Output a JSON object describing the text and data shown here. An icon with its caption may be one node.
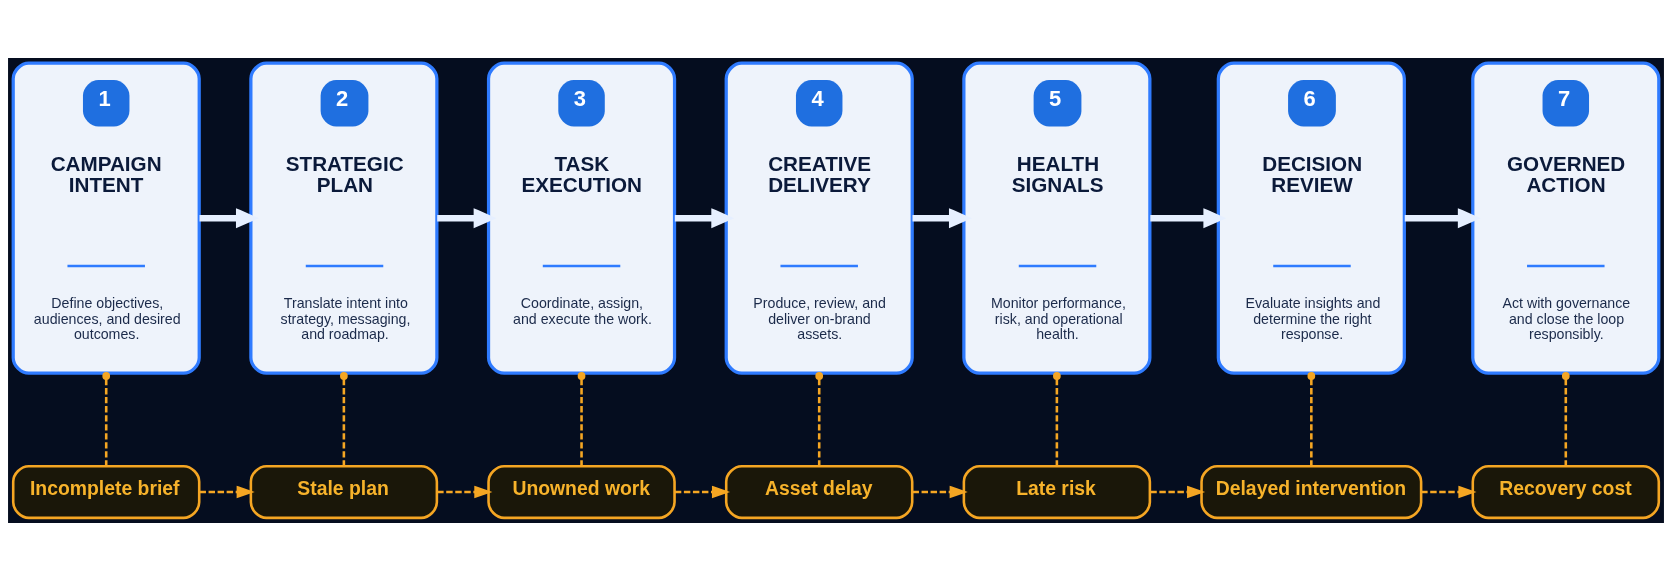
{
  "diagram": {
    "nodes": [
      {
        "text": [
          "1",
          "CAMPAIGN INTENT",
          "Define objectives, audiences, and desired outcomes."
        ]
      },
      {
        "text": [
          "2",
          "STRATEGIC PLAN",
          "Translate intent into strategy, messaging, and roadmap."
        ]
      },
      {
        "text": [
          "3",
          "TASK EXECUTION",
          "Coordinate, assign, and execute the work."
        ]
      },
      {
        "text": [
          "4",
          "CREATIVE DELIVERY",
          "Produce, review, and deliver on-brand assets."
        ]
      },
      {
        "text": [
          "5",
          "HEALTH SIGNALS",
          "Monitor performance, risk, and operational health."
        ]
      },
      {
        "text": [
          "6",
          "DECISION REVIEW",
          "Evaluate insights and determine the right response."
        ]
      },
      {
        "text": [
          "7",
          "GOVERNED ACTION",
          "Act with governance and close the loop responsibly."
        ]
      },
      {
        "text": [
          "Incomplete brief"
        ]
      },
      {
        "text": [
          "Stale plan"
        ]
      },
      {
        "text": [
          "Unowned work"
        ]
      },
      {
        "text": [
          "Asset delay"
        ]
      },
      {
        "text": [
          "Late risk"
        ]
      },
      {
        "text": [
          "Delayed intervention"
        ]
      },
      {
        "text": [
          "Recovery cost"
        ]
      }
    ],
    "edges": [
      {
        "from": 0,
        "to": 1,
        "arrow": "to",
        "style": "thick",
        "color": "#e6efff"
      },
      {
        "from": 1,
        "to": 2,
        "arrow": "to",
        "style": "thick",
        "color": "#e6efff"
      },
      {
        "from": 2,
        "to": 3,
        "arrow": "to",
        "style": "thick",
        "color": "#e6efff"
      },
      {
        "from": 3,
        "to": 4,
        "arrow": "to",
        "style": "thick",
        "color": "#e6efff"
      },
      {
        "from": 4,
        "to": 5,
        "arrow": "to",
        "style": "thick",
        "color": "#e6efff"
      },
      {
        "from": 5,
        "to": 6,
        "arrow": "to",
        "style": "thick",
        "color": "#e6efff"
      },
      {
        "from": 0,
        "to": 7,
        "arrow": "other",
        "style": "dashed"
      },
      {
        "from": 1,
        "to": 8,
        "arrow": "other",
        "style": "dashed"
      },
      {
        "from": 2,
        "to": 9,
        "arrow": "other",
        "style": "dashed"
      },
      {
        "from": 3,
        "to": 10,
        "arrow": "other",
        "style": "dashed"
      },
      {
        "from": 4,
        "to": 11,
        "arrow": "other",
        "style": "dashed"
      },
      {
        "from": 5,
        "to": 12,
        "arrow": "other",
        "style": "dashed"
      },
      {
        "from": 6,
        "to": 13,
        "arrow": "other",
        "style": "dashed"
      },
      {
        "from": 7,
        "to": 8,
        "arrow": "to",
        "style": "dashed"
      },
      {
        "from": 8,
        "to": 9,
        "arrow": "to",
        "style": "dashed"
      },
      {
        "from": 9,
        "to": 10,
        "arrow": "to",
        "style": "dashed"
      },
      {
        "from": 10,
        "to": 11,
        "arrow": "to",
        "style": "dashed"
      },
      {
        "from": 11,
        "to": 12,
        "arrow": "to",
        "style": "dashed"
      },
      {
        "from": 12,
        "to": 13,
        "arrow": "to",
        "style": "dashed"
      }
    ]
  }
}
